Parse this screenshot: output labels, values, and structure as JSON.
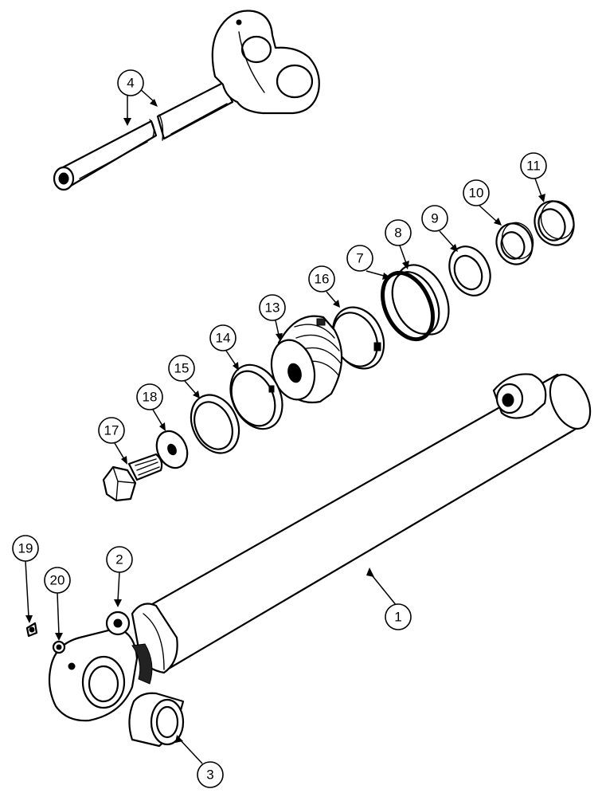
{
  "callouts": {
    "c1": "1",
    "c2": "2",
    "c3": "3",
    "c4": "4",
    "c7": "7",
    "c8": "8",
    "c9": "9",
    "c10": "10",
    "c11": "11",
    "c13": "13",
    "c14": "14",
    "c15": "15",
    "c16": "16",
    "c17": "17",
    "c18": "18",
    "c19": "19",
    "c20": "20"
  }
}
